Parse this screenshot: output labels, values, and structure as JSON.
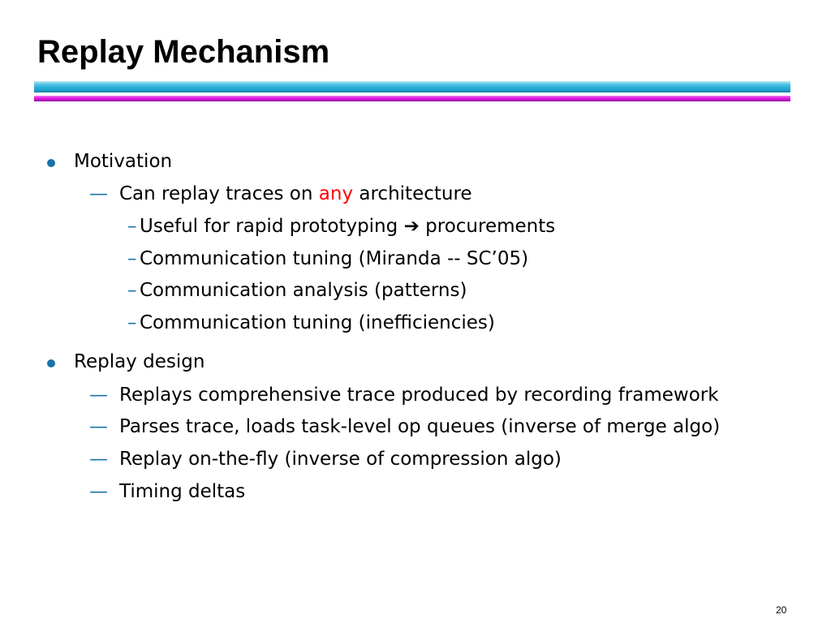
{
  "slide": {
    "title": "Replay Mechanism",
    "page_number": "20"
  },
  "colors": {
    "bullet": "#1a73a8",
    "highlight": "#ff0000",
    "rule_top": "#2ab0d9",
    "rule_bottom": "#d010d6"
  },
  "bullets": [
    {
      "text": "Motivation",
      "subitems": [
        {
          "text_before": "Can replay traces on ",
          "highlight": "any",
          "text_after": " architecture",
          "subitems": [
            {
              "text": "Useful for rapid prototyping ",
              "arrow": "➔",
              "text_after": " procurements"
            },
            {
              "text": "Communication tuning (Miranda -- SC’05)"
            },
            {
              "text": "Communication analysis (patterns)"
            },
            {
              "text": "Communication tuning (inefficiencies)"
            }
          ]
        }
      ]
    },
    {
      "text": "Replay design",
      "subitems": [
        {
          "text": "Replays comprehensive trace produced by recording framework"
        },
        {
          "text": "Parses trace, loads task-level op queues (inverse of merge algo)"
        },
        {
          "text": "Replay on-the-fly (inverse of compression algo)"
        },
        {
          "text": "Timing deltas"
        }
      ]
    }
  ],
  "glyphs": {
    "level2_dash": "—",
    "level3_dash": "–"
  }
}
